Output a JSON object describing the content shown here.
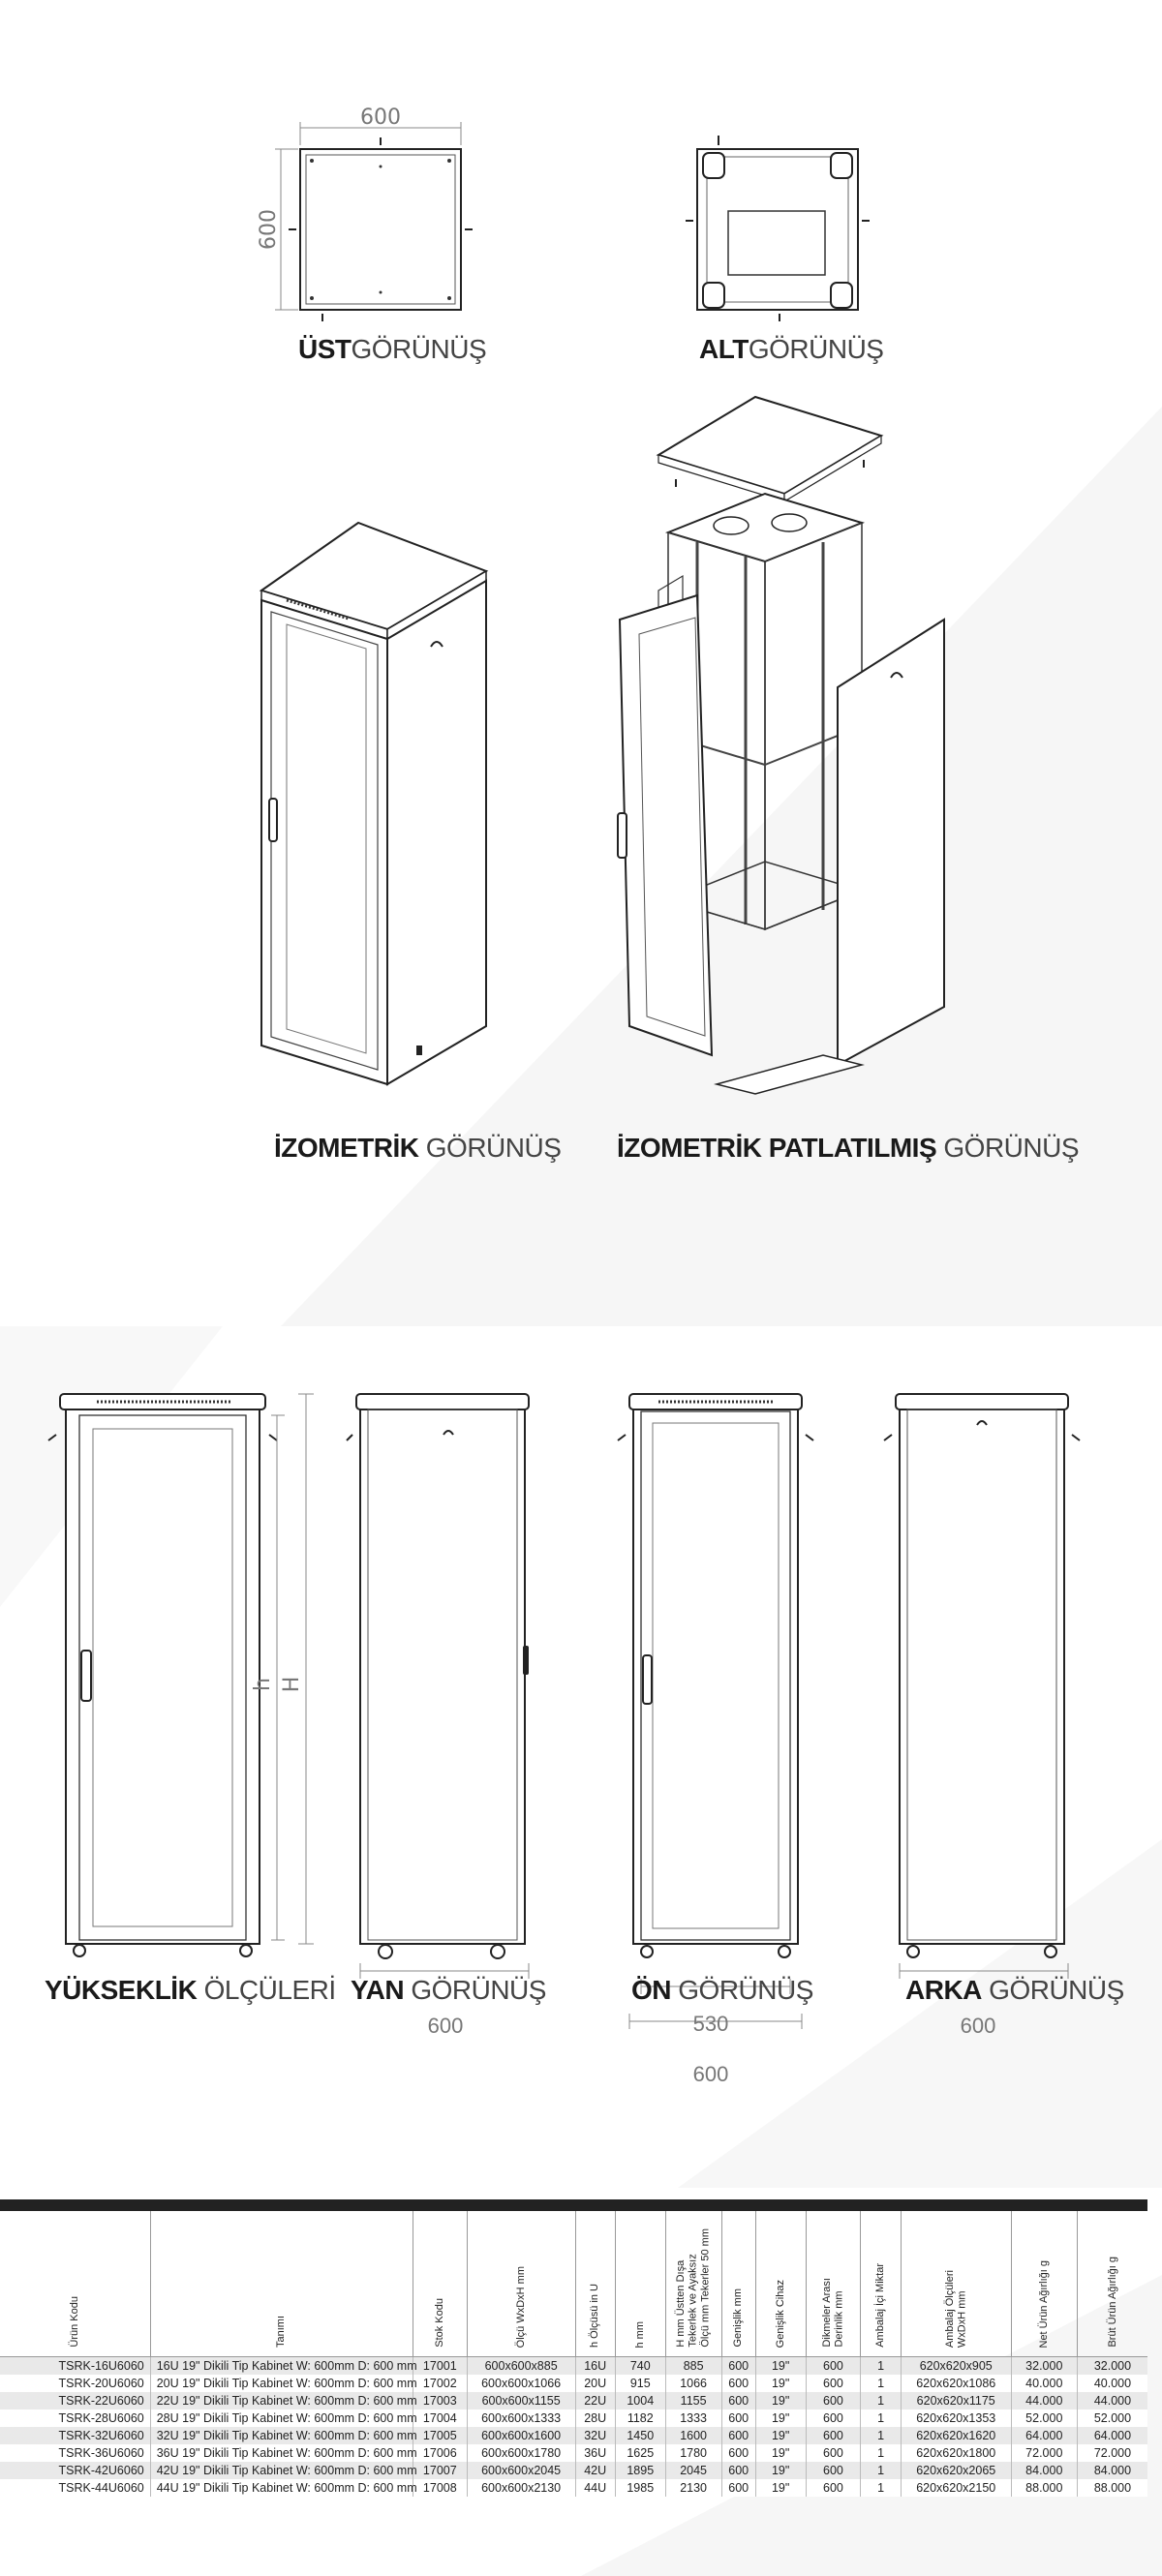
{
  "views": {
    "top": {
      "bold": "ÜST",
      "light": "GÖRÜNÜŞ",
      "width": "600",
      "depth": "600"
    },
    "bottom": {
      "bold": "ALT",
      "light": "GÖRÜNÜŞ"
    },
    "iso": {
      "bold": "İZOMETRİK",
      "light": " GÖRÜNÜŞ"
    },
    "exploded": {
      "bold": "İZOMETRİK PATLATILMIŞ",
      "light": " GÖRÜNÜŞ"
    },
    "height": {
      "bold": "YÜKSEKLİK",
      "light": " ÖLÇÜLERİ",
      "h": "h",
      "H": "H"
    },
    "side": {
      "bold": "YAN",
      "light": " GÖRÜNÜŞ",
      "dim": "600"
    },
    "front": {
      "bold": "ÖN",
      "light": " GÖRÜNÜŞ",
      "dim_inner": "530",
      "dim_outer": "600"
    },
    "back": {
      "bold": "ARKA",
      "light": " GÖRÜNÜŞ",
      "dim": "600"
    }
  },
  "table": {
    "headers": [
      "Ürün Kodu",
      "Tanımı",
      "Stok Kodu",
      "Ölçü WxDxH mm",
      "h Ölçüsü in U",
      "h mm",
      "H mm Üstten Dışa\nTekerlek ve Ayaksız\nÖlçü mm Tekerler 50 mm",
      "Genişlik mm",
      "Genişlik Cihaz",
      "Dikmeler Arası\nDerinlik mm",
      "Ambalaj İçi Miktar",
      "Ambalaj Ölçüleri\nWxDxH mm",
      "Net Ürün Ağırlığı g",
      "Brüt Ürün Ağırlığı g"
    ],
    "rows": [
      [
        "TSRK-16U6060",
        "16U 19\" Dikili Tip Kabinet W: 600mm D: 600 mm",
        "17001",
        "600x600x885",
        "16U",
        "740",
        "885",
        "600",
        "19\"",
        "600",
        "1",
        "620x620x905",
        "32.000",
        "32.000"
      ],
      [
        "TSRK-20U6060",
        "20U 19\" Dikili Tip Kabinet W: 600mm D: 600 mm",
        "17002",
        "600x600x1066",
        "20U",
        "915",
        "1066",
        "600",
        "19\"",
        "600",
        "1",
        "620x620x1086",
        "40.000",
        "40.000"
      ],
      [
        "TSRK-22U6060",
        "22U 19\" Dikili Tip Kabinet W: 600mm D: 600 mm",
        "17003",
        "600x600x1155",
        "22U",
        "1004",
        "1155",
        "600",
        "19\"",
        "600",
        "1",
        "620x620x1175",
        "44.000",
        "44.000"
      ],
      [
        "TSRK-28U6060",
        "28U 19\" Dikili Tip Kabinet W: 600mm D: 600 mm",
        "17004",
        "600x600x1333",
        "28U",
        "1182",
        "1333",
        "600",
        "19\"",
        "600",
        "1",
        "620x620x1353",
        "52.000",
        "52.000"
      ],
      [
        "TSRK-32U6060",
        "32U 19\" Dikili Tip Kabinet W: 600mm D: 600 mm",
        "17005",
        "600x600x1600",
        "32U",
        "1450",
        "1600",
        "600",
        "19\"",
        "600",
        "1",
        "620x620x1620",
        "64.000",
        "64.000"
      ],
      [
        "TSRK-36U6060",
        "36U 19\" Dikili Tip Kabinet W: 600mm D: 600 mm",
        "17006",
        "600x600x1780",
        "36U",
        "1625",
        "1780",
        "600",
        "19\"",
        "600",
        "1",
        "620x620x1800",
        "72.000",
        "72.000"
      ],
      [
        "TSRK-42U6060",
        "42U 19\" Dikili Tip Kabinet W: 600mm D: 600 mm",
        "17007",
        "600x600x2045",
        "42U",
        "1895",
        "2045",
        "600",
        "19\"",
        "600",
        "1",
        "620x620x2065",
        "84.000",
        "84.000"
      ],
      [
        "TSRK-44U6060",
        "44U 19\" Dikili Tip Kabinet W: 600mm D: 600 mm",
        "17008",
        "600x600x2130",
        "44U",
        "1985",
        "2130",
        "600",
        "19\"",
        "600",
        "1",
        "620x620x2150",
        "88.000",
        "88.000"
      ]
    ]
  }
}
